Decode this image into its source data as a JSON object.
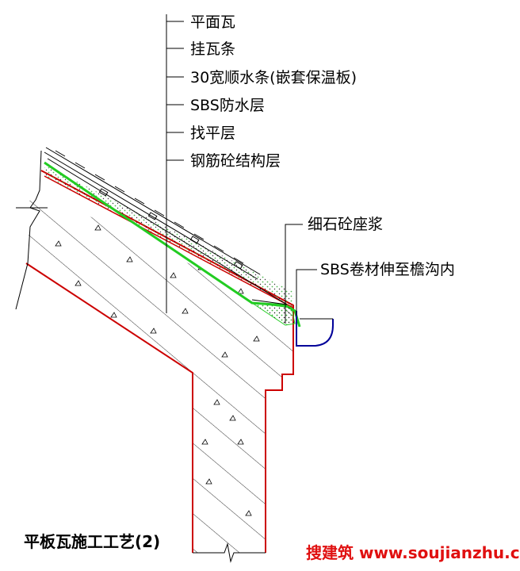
{
  "layers": [
    "平面瓦",
    "挂瓦条",
    "30宽顺水条(嵌套保温板)",
    "SBS防水层",
    "找平层",
    "钢筋砼结构层"
  ],
  "callouts": {
    "mortar": "细石砼座浆",
    "sbs_into_gutter": "SBS卷材伸至檐沟内"
  },
  "title": "平板瓦施工工艺(2)",
  "watermark": "搜建筑 www.soujianzhu.cn",
  "colors": {
    "structure_outline": "#cc0000",
    "waterproof_layer": "#22cc22",
    "gutter": "#000099",
    "mortar": "#33aa33",
    "line": "#000000"
  }
}
